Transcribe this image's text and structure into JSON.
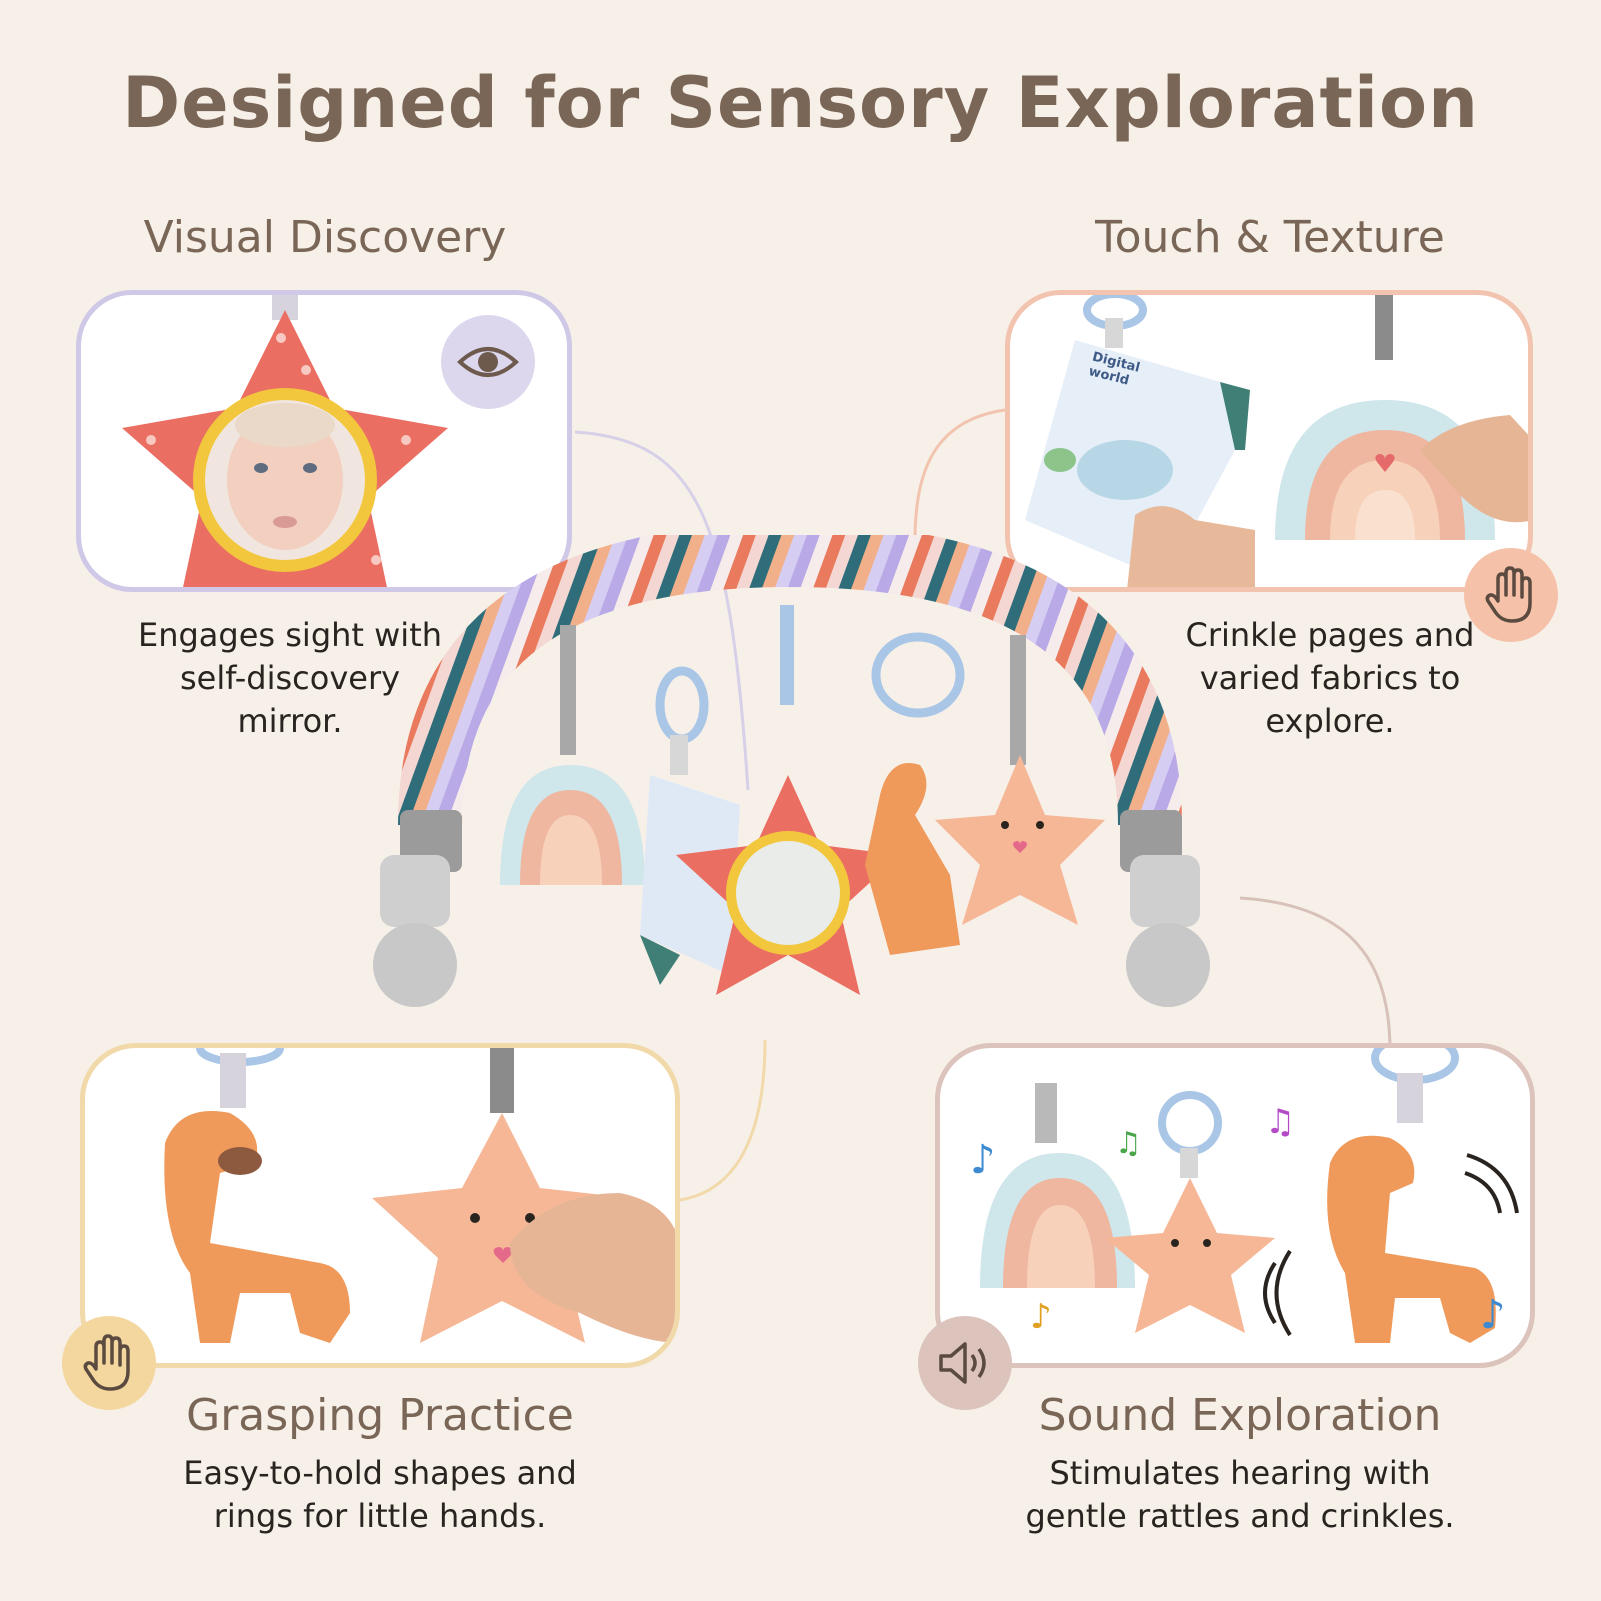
{
  "page": {
    "title": "Designed for Sensory Exploration"
  },
  "colors": {
    "background": "#f7f0e9",
    "title": "#7a6657",
    "visual_border": "#cfc8e6",
    "touch_border": "#f2c4b0",
    "grasp_border": "#f1d9a9",
    "sound_border": "#dcc3bb"
  },
  "sections": {
    "visual": {
      "title": "Visual Discovery",
      "desc_line1": "Engages sight with",
      "desc_line2": "self-discovery",
      "desc_line3": "mirror.",
      "icon": "eye-icon"
    },
    "touch": {
      "title": "Touch & Texture",
      "desc_line1": "Crinkle pages and",
      "desc_line2": "varied fabrics to",
      "desc_line3": "explore.",
      "book_line1": "Digital",
      "book_line2": "world",
      "icon": "hand-icon"
    },
    "grasp": {
      "title": "Grasping Practice",
      "desc_line1": "Easy-to-hold shapes and",
      "desc_line2": "rings for little hands.",
      "icon": "hand-icon"
    },
    "sound": {
      "title": "Sound Exploration",
      "desc_line1": "Stimulates hearing with",
      "desc_line2": "gentle rattles and crinkles.",
      "icon": "speaker-icon"
    }
  }
}
